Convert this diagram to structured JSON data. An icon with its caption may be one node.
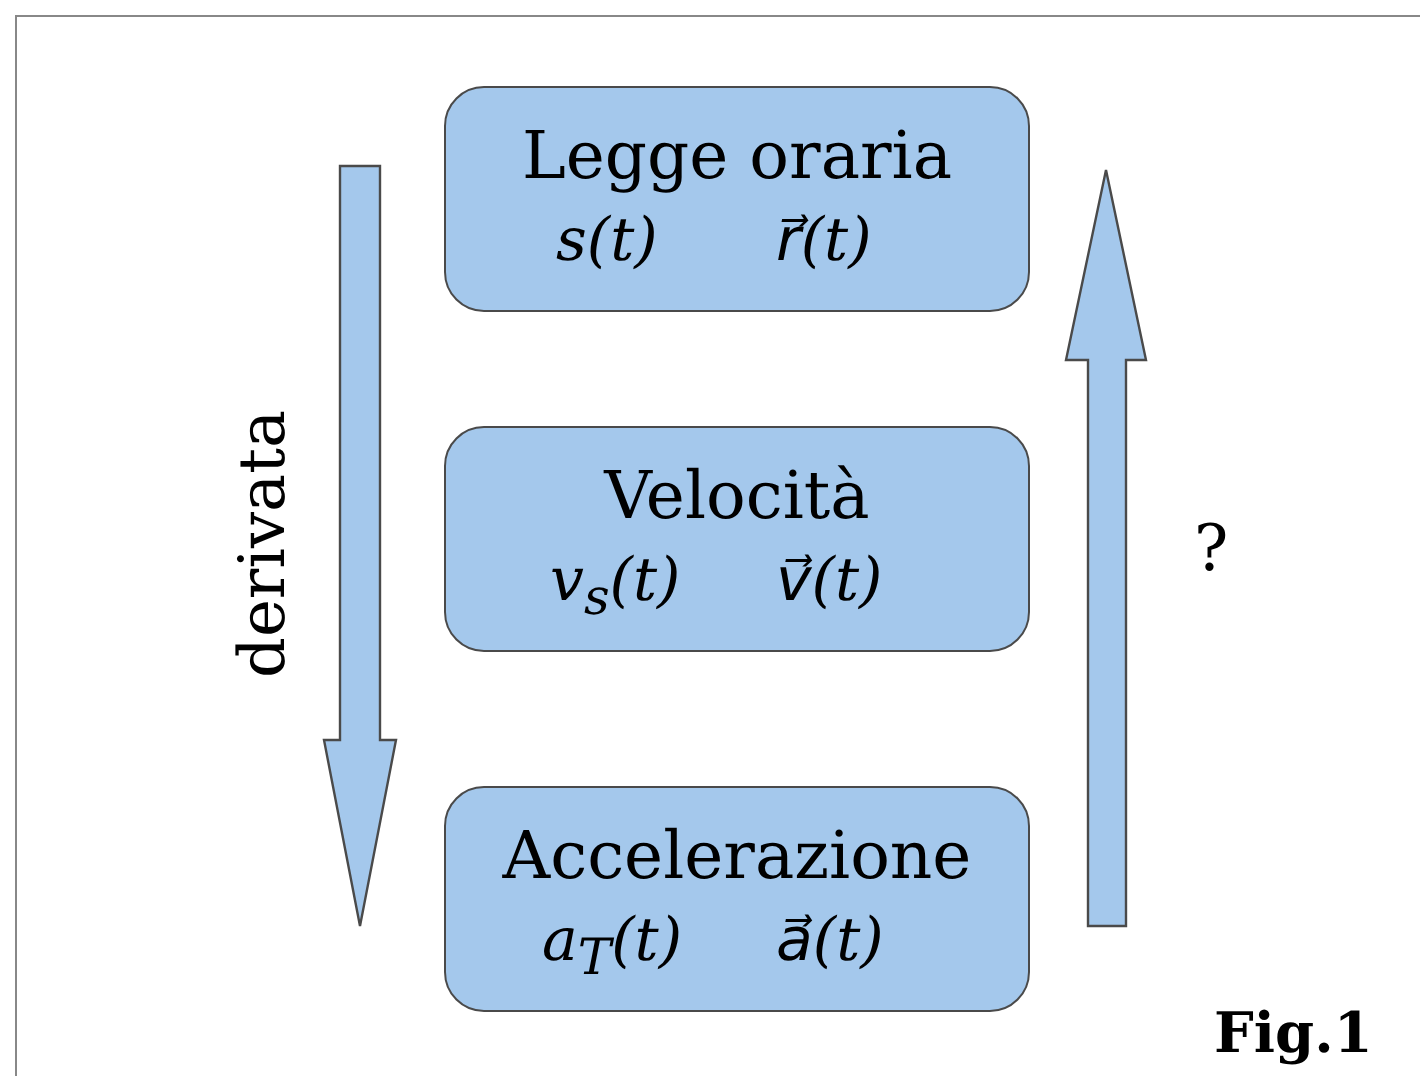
{
  "diagram": {
    "nodes": [
      {
        "text": [
          "Legge oraria",
          "s(t)",
          "r⃗(t)"
        ]
      },
      {
        "text": [
          "Velocità",
          "v$_{s}$(t)",
          "v⃗(t)"
        ]
      },
      {
        "text": [
          "Accelerazione",
          "a$_{T}$(t)",
          "a⃗(t)"
        ]
      }
    ],
    "labels": [
      "derivata",
      "?",
      "Fig.1"
    ]
  }
}
